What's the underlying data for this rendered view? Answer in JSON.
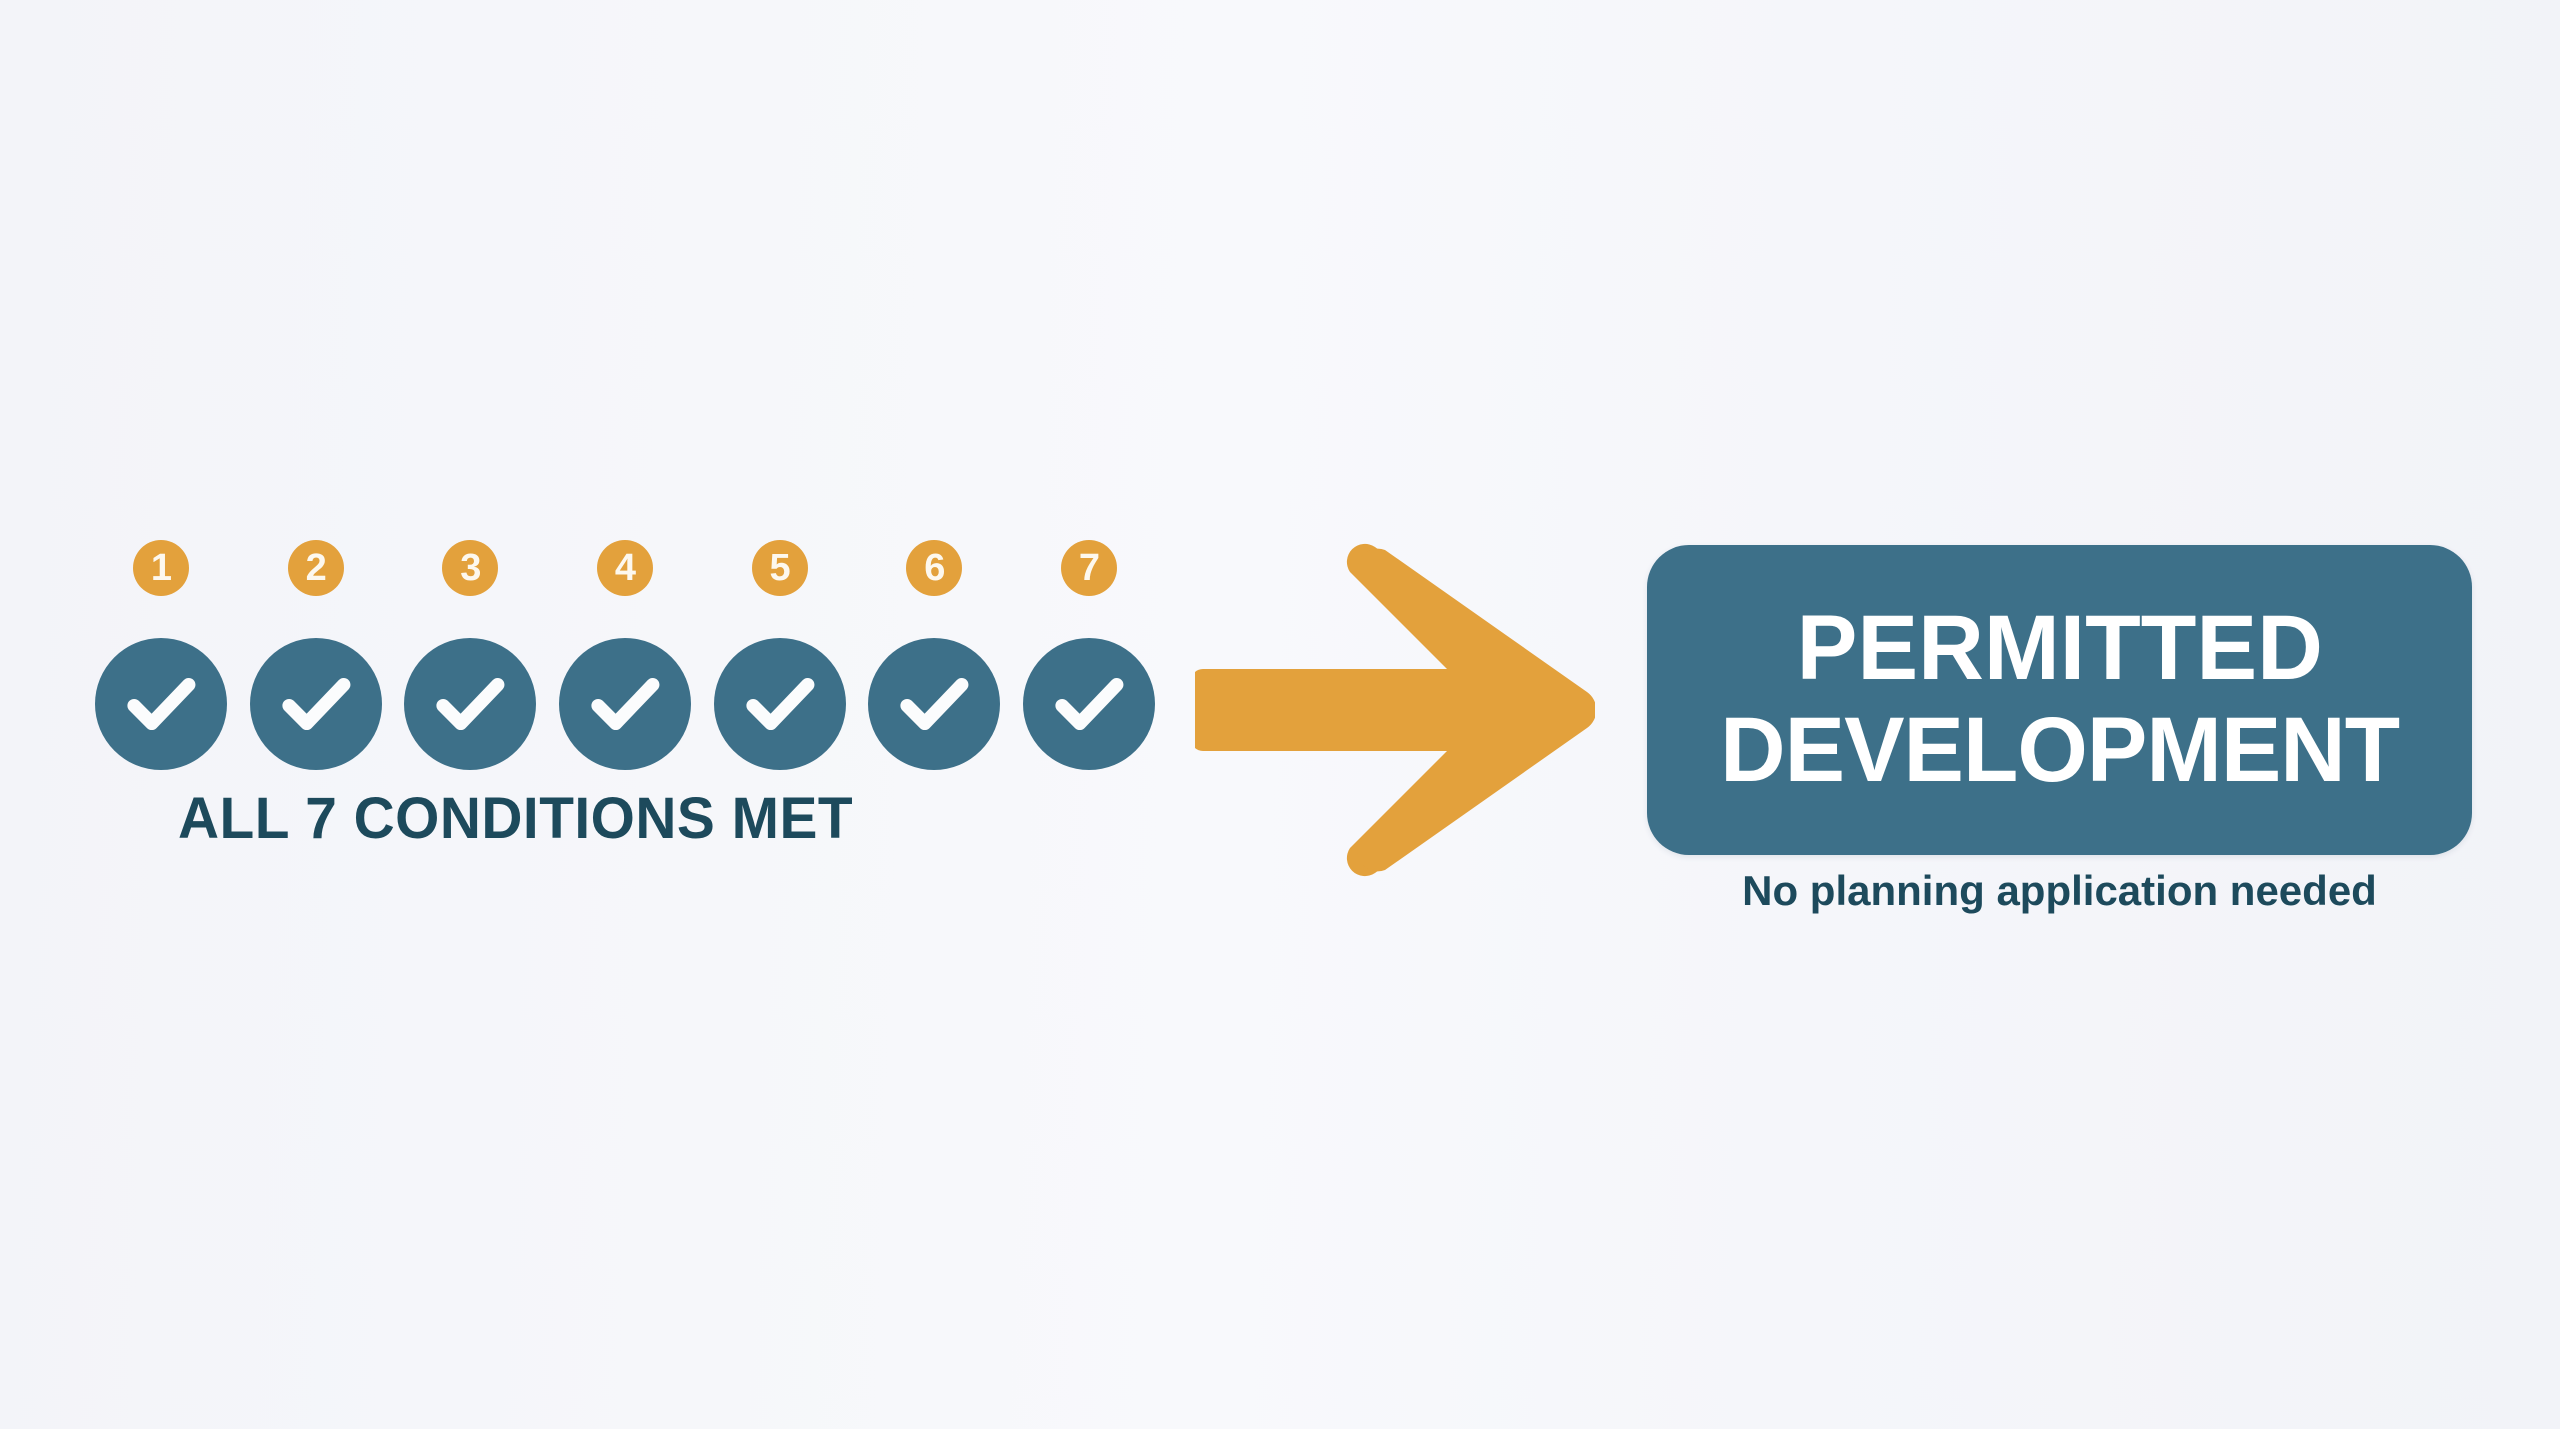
{
  "theme": {
    "background": "#f4f5f9",
    "accent_orange": "#e3a13c",
    "accent_teal": "#3d7089",
    "text_dark_teal": "#1d4a5c",
    "text_white": "#ffffff"
  },
  "conditions": {
    "caption": "ALL 7 CONDITIONS MET",
    "items": [
      {
        "number": "1",
        "status_icon": "check-icon"
      },
      {
        "number": "2",
        "status_icon": "check-icon"
      },
      {
        "number": "3",
        "status_icon": "check-icon"
      },
      {
        "number": "4",
        "status_icon": "check-icon"
      },
      {
        "number": "5",
        "status_icon": "check-icon"
      },
      {
        "number": "6",
        "status_icon": "check-icon"
      },
      {
        "number": "7",
        "status_icon": "check-icon"
      }
    ]
  },
  "flow": {
    "arrow_icon": "arrow-right-icon",
    "direction": "right"
  },
  "outcome": {
    "title_line_1": "PERMITTED",
    "title_line_2": "DEVELOPMENT",
    "subtitle": "No planning application needed"
  }
}
